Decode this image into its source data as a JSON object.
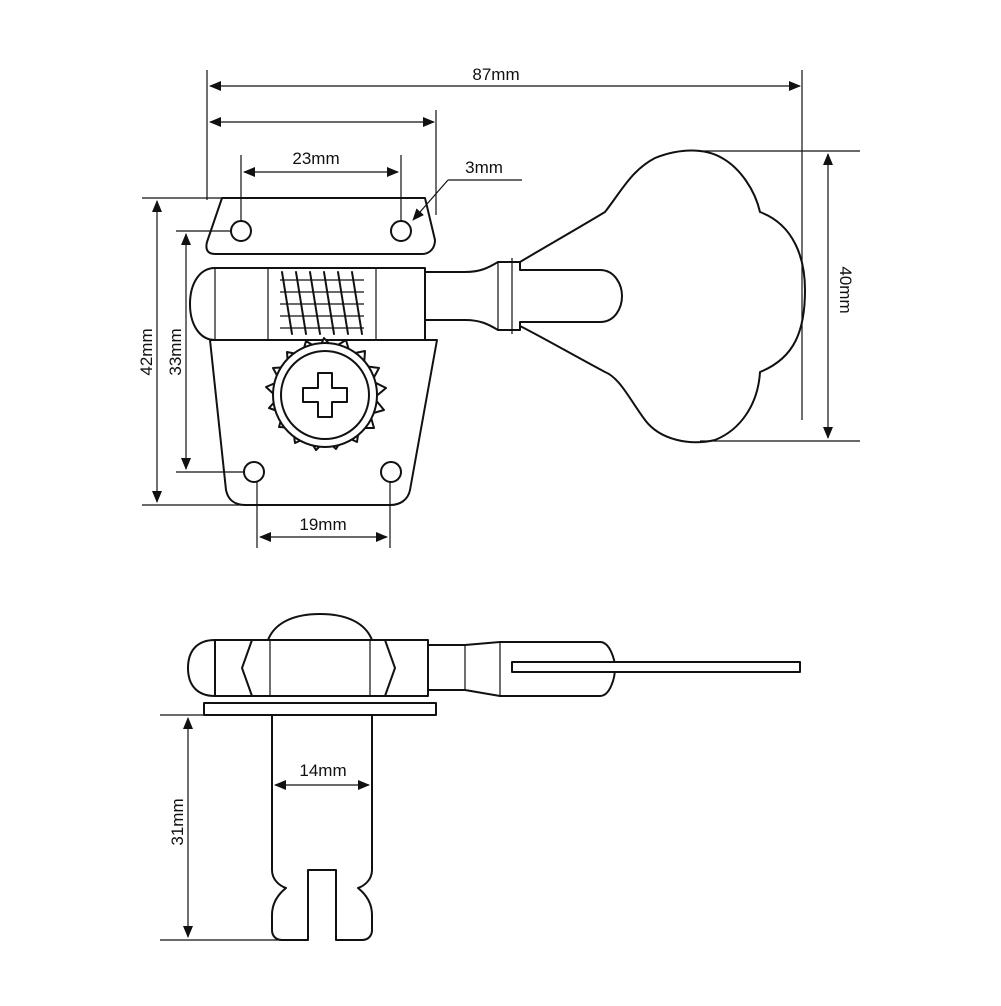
{
  "dimensions": {
    "overall_length": "87mm",
    "plate_width": "23mm",
    "hole_diameter": "3mm",
    "plate_height": "42mm",
    "hole_spacing_vertical": "33mm",
    "lower_hole_spacing": "19mm",
    "key_height": "40mm",
    "post_diameter": "14mm",
    "post_height": "31mm"
  },
  "colors": {
    "line": "#111111",
    "background": "#ffffff"
  }
}
